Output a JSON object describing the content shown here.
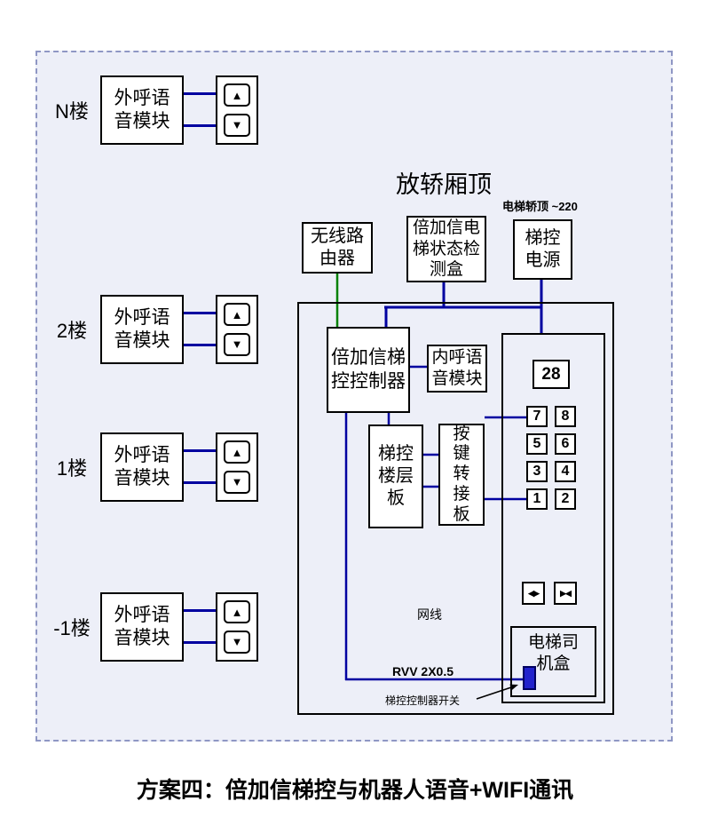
{
  "colors": {
    "line": "#0000a0",
    "green": "#008000",
    "bg": "#edeff8",
    "indicator": "#2222cc"
  },
  "caption": "方案四：倍加信梯控与机器人语音+WIFI通讯",
  "floors": [
    {
      "label": "N楼",
      "module": "外呼语\n音模块"
    },
    {
      "label": "2楼",
      "module": "外呼语\n音模块"
    },
    {
      "label": "1楼",
      "module": "外呼语\n音模块"
    },
    {
      "label": "-1楼",
      "module": "外呼语\n音模块"
    }
  ],
  "cartop": {
    "title": "放轿厢顶",
    "power_note": "电梯轿顶 ~220",
    "router": "无线路\n由器",
    "detector": "倍加信电\n梯状态检\n测盒",
    "power": "梯控\n电源",
    "controller": "倍加信梯\n控控制器",
    "internal_voice": "内呼语\n音模块",
    "floor_board": "梯控\n楼层\n板",
    "key_adapter": "按\n键\n转\n接\n板",
    "display_value": "28",
    "keypad": [
      "7",
      "8",
      "5",
      "6",
      "3",
      "4",
      "1",
      "2"
    ],
    "open_icon": "◀▶",
    "close_icon": "▶◀",
    "driver_box": "电梯司\n机盒",
    "net_label": "网线",
    "rvv_label": "RVV 2X0.5",
    "switch_label": "梯控控制器开关",
    "up_icon": "▲",
    "down_icon": "▼"
  }
}
